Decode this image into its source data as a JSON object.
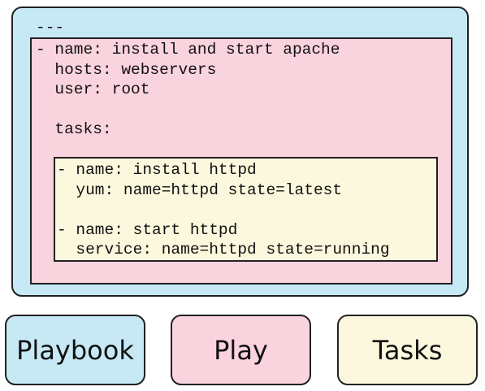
{
  "playbook": {
    "doc_start": "---"
  },
  "play": {
    "lines": [
      "- name: install and start apache",
      "  hosts: webservers",
      "  user: root",
      "",
      "  tasks:"
    ]
  },
  "tasks": {
    "lines": [
      "- name: install httpd",
      "  yum: name=httpd state=latest",
      "",
      "- name: start httpd",
      "  service: name=httpd state=running"
    ]
  },
  "legend": {
    "items": [
      {
        "label": "Playbook",
        "color": "#c7e9f6"
      },
      {
        "label": "Play",
        "color": "#f9d3dd"
      },
      {
        "label": "Tasks",
        "color": "#fcf8dd"
      }
    ]
  }
}
